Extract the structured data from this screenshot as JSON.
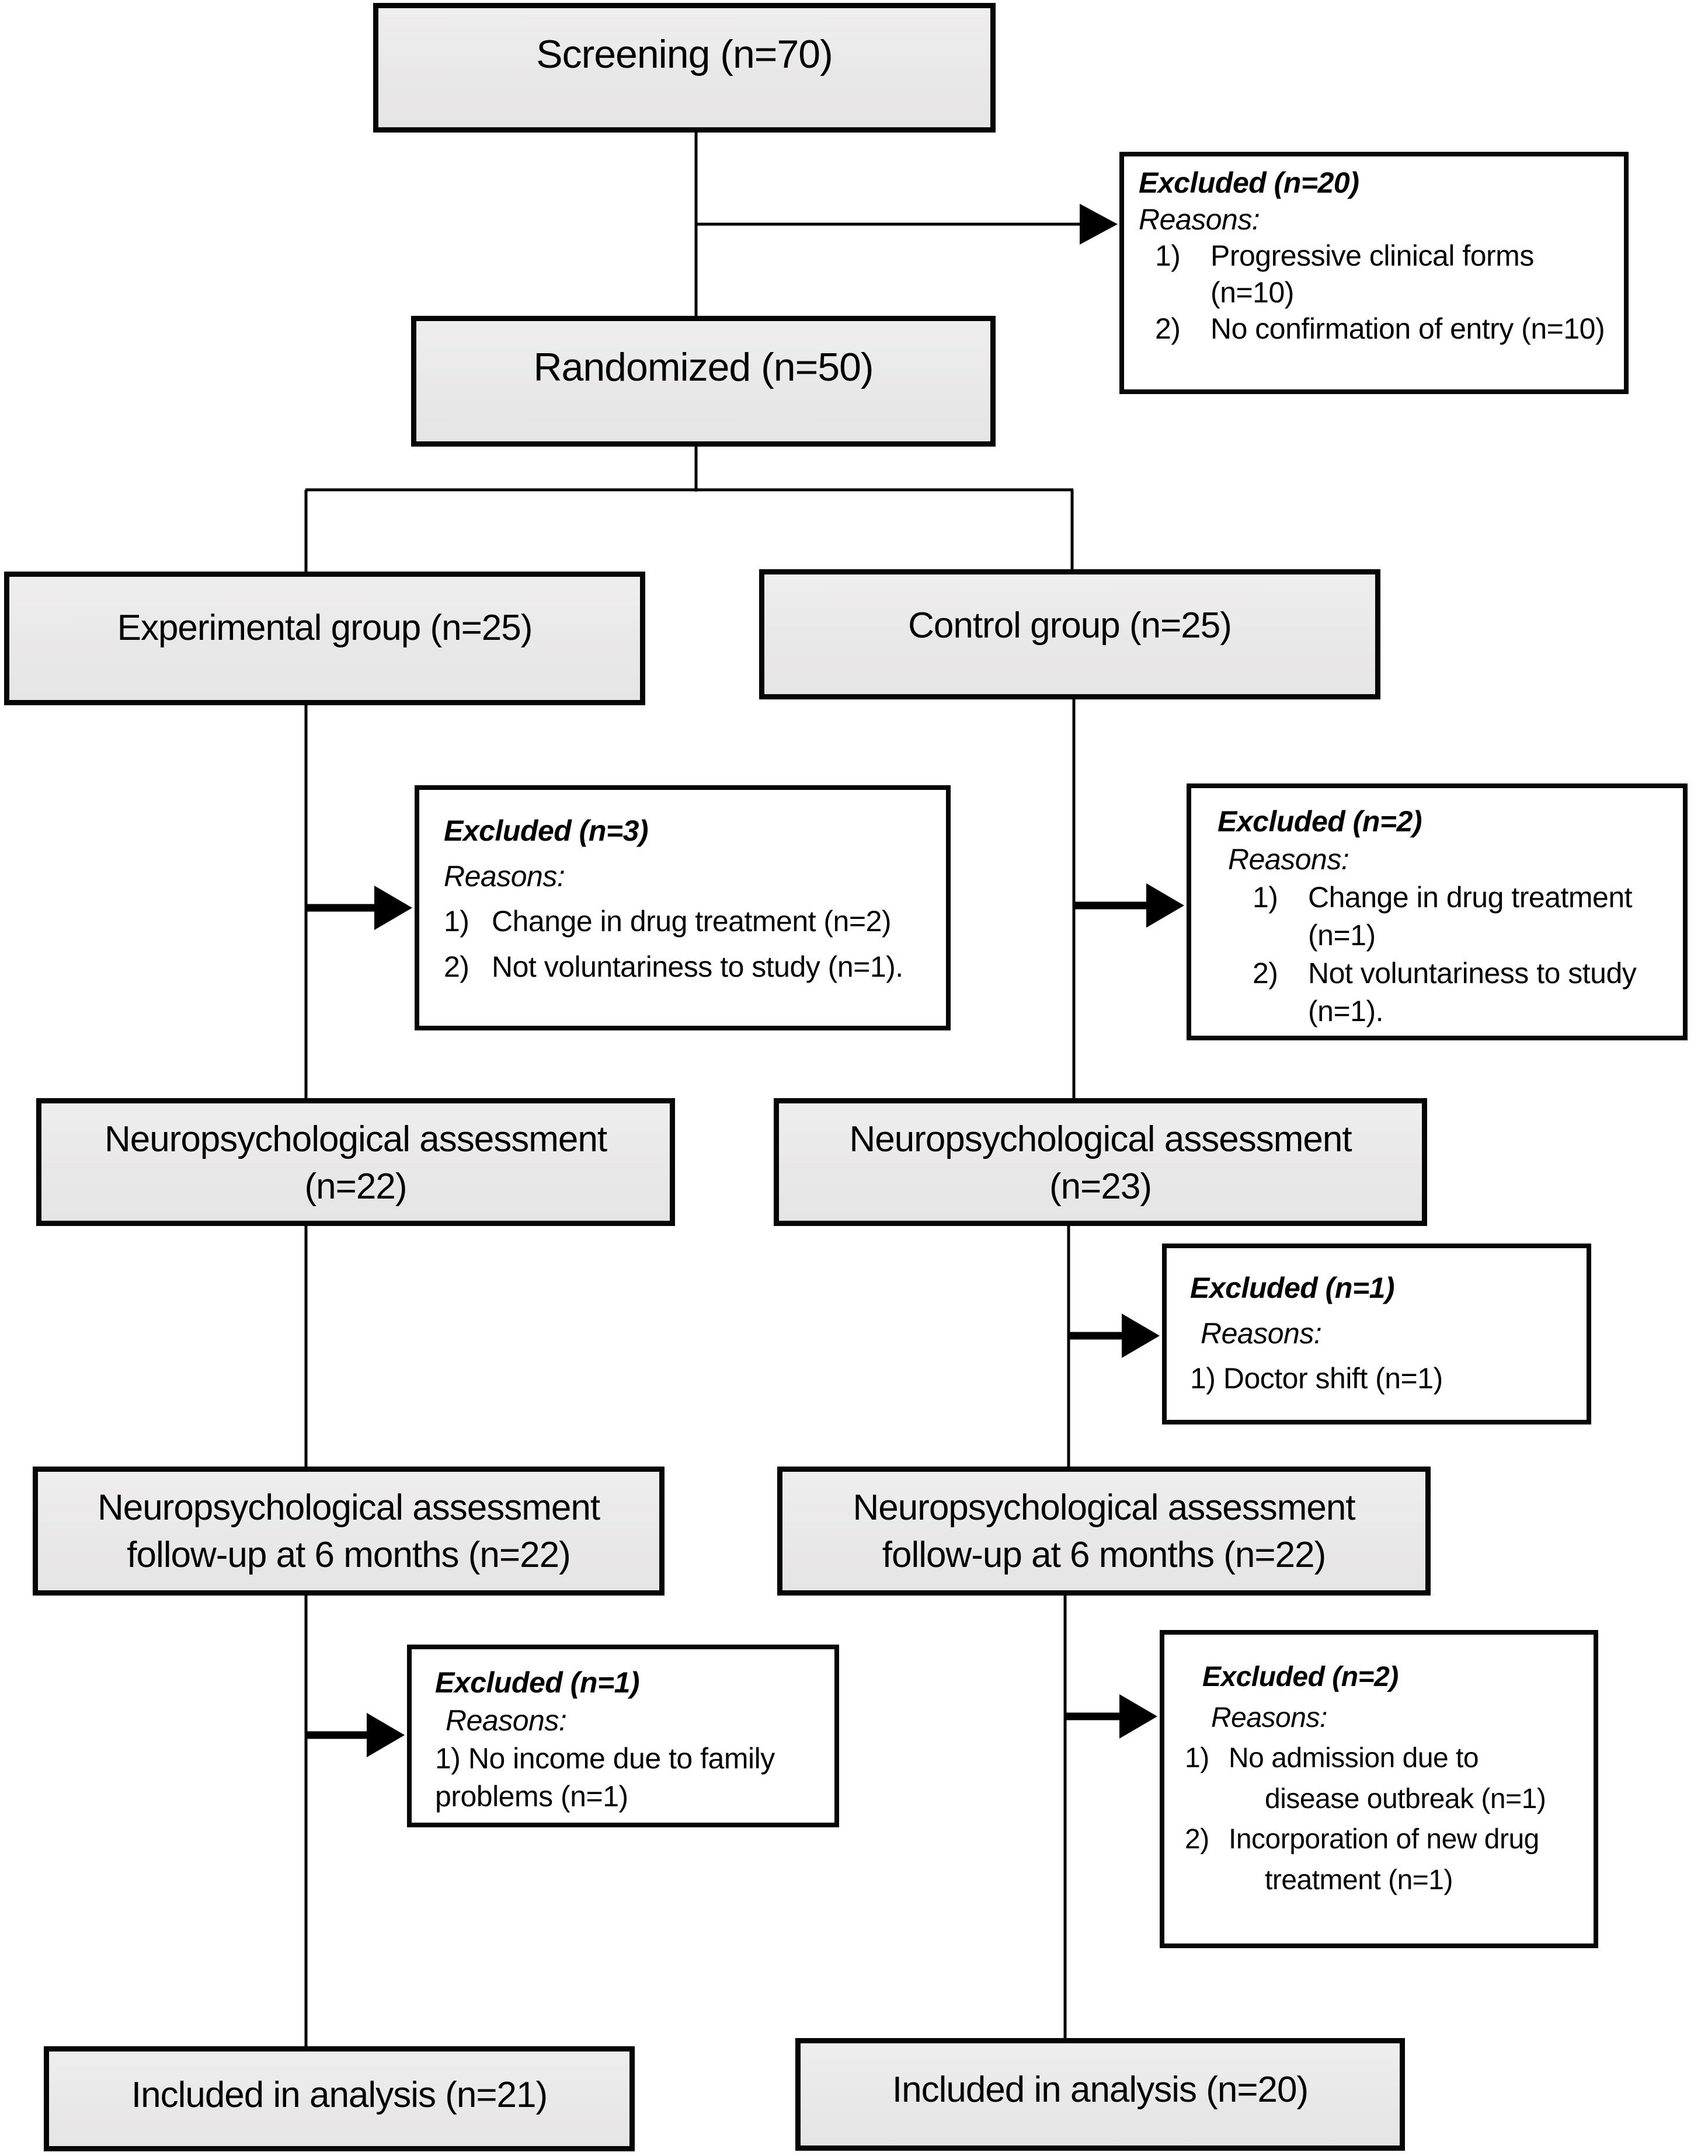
{
  "palette": {
    "box_fill": "#e9e8e8",
    "box_border": "#000000",
    "background": "#ffffff"
  },
  "boxes": {
    "screening": {
      "label": "Screening (n=70)"
    },
    "randomized": {
      "label": "Randomized (n=50)"
    },
    "experimental": {
      "label": "Experimental group (n=25)"
    },
    "control": {
      "label": "Control group (n=25)"
    },
    "neuro_exp": {
      "line1": "Neuropsychological assessment",
      "line2": "(n=22)"
    },
    "neuro_ctrl": {
      "line1": "Neuropsychological assessment",
      "line2": "(n=23)"
    },
    "followup_exp": {
      "line1": "Neuropsychological assessment",
      "line2": "follow-up at 6 months (n=22)"
    },
    "followup_ctrl": {
      "line1": "Neuropsychological assessment",
      "line2": "follow-up at 6 months (n=22)"
    },
    "included_exp": {
      "label": "Included in analysis (n=21)"
    },
    "included_ctrl": {
      "label": "Included in analysis (n=20)"
    },
    "excluded_top": {
      "title": "Excluded (n=20)",
      "reasons": "Reasons:",
      "item1_num": "1)",
      "item1": "Progressive clinical forms (n=10)",
      "item2_num": "2)",
      "item2": "No confirmation of entry (n=10)"
    },
    "excluded_exp": {
      "title": "Excluded (n=3)",
      "reasons": "Reasons:",
      "item1_num": "1)",
      "item1": "Change in drug treatment (n=2)",
      "item2_num": "2)",
      "item2": "Not voluntariness to study (n=1)."
    },
    "excluded_ctrl": {
      "title": "Excluded (n=2)",
      "reasons": "Reasons:",
      "item1_num": "1)",
      "item1": "Change in drug treatment (n=1)",
      "item2_num": "2)",
      "item2": "Not voluntariness to study (n=1)."
    },
    "excluded_doctor": {
      "title": "Excluded (n=1)",
      "reasons": "Reasons:",
      "item1": "1) Doctor shift (n=1)"
    },
    "excluded_family": {
      "title": "Excluded (n=1)",
      "reasons": "Reasons:",
      "item1": "1) No income due to family problems (n=1)"
    },
    "excluded_bottom": {
      "title": "Excluded (n=2)",
      "reasons": "Reasons:",
      "item1_num": "1)",
      "item1_line1": "No admission due to",
      "item1_line2": "disease outbreak (n=1)",
      "item2_num": "2)",
      "item2_line1": "Incorporation of new drug",
      "item2_line2": "treatment (n=1)"
    }
  }
}
